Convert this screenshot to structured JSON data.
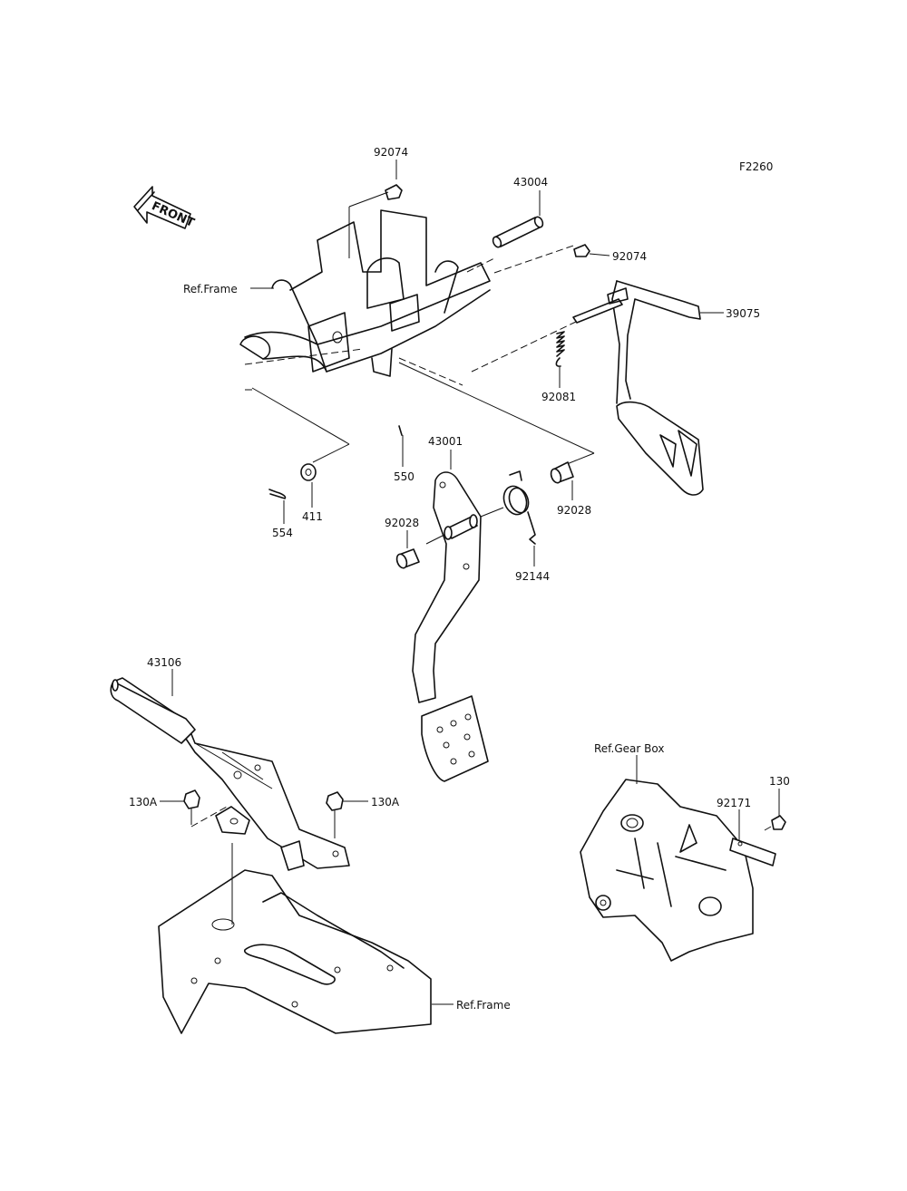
{
  "figure_code": "F2260",
  "front_label": "FRONT",
  "labels": {
    "p92074_top": "92074",
    "p43004": "43004",
    "p92074_right": "92074",
    "ref_frame_top": "Ref.Frame",
    "p39075": "39075",
    "p92081": "92081",
    "p43001": "43001",
    "p550": "550",
    "p411": "411",
    "p554": "554",
    "p92028_left": "92028",
    "p92028_right": "92028",
    "p92144": "92144",
    "p43106": "43106",
    "p130a_left": "130A",
    "p130a_right": "130A",
    "ref_frame_bottom": "Ref.Frame",
    "ref_gear_box": "Ref.Gear Box",
    "p130": "130",
    "p92171": "92171"
  }
}
